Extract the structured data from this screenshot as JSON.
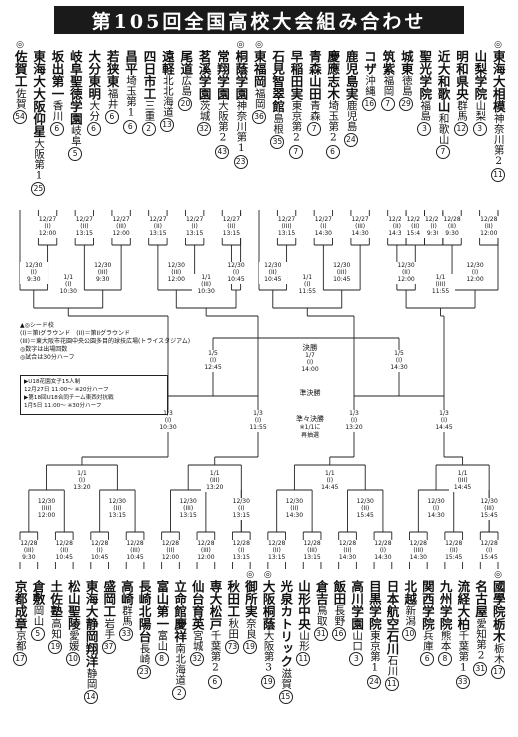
{
  "title": "第105回全国高校大会組み合わせ",
  "legend": {
    "seed": "▲◎シード校",
    "grounds": "(I)＝第Iグラウンド　(II)＝第IIグラウンド",
    "stadium": "(III)＝東大阪市花園中央公園多目的球技広場(トライスタジアム)",
    "number": "◎数字は出場回数",
    "time": "◎試合は30分ハーフ"
  },
  "u18": {
    "title": "▶U18花園女子15人制",
    "line1": "12月27日 11:00～ ※20分ハーフ",
    "line2": "▶第18回U18合同チーム東西対抗戦",
    "line3": "1月5日 11:00～ ※30分ハーフ"
  },
  "center": {
    "final": "決勝",
    "final_date": "1/7",
    "final_venue": "(I)",
    "final_time": "14:00",
    "semi": "準決勝",
    "qf": "準々決勝",
    "note1": "※1/1に",
    "note2": "再抽選"
  },
  "top_teams": [
    {
      "mark": "◎",
      "name": "佐賀工",
      "pref": "佐賀",
      "count": "54"
    },
    {
      "mark": "",
      "name": "東海大大阪仰星",
      "pref": "大阪第1",
      "count": "25"
    },
    {
      "mark": "",
      "name": "坂出第一",
      "pref": "香川",
      "count": "6"
    },
    {
      "mark": "",
      "name": "岐阜聖徳学園",
      "pref": "岐阜",
      "count": "5"
    },
    {
      "mark": "",
      "name": "大分東明",
      "pref": "大分",
      "count": "6"
    },
    {
      "mark": "",
      "name": "若狭東",
      "pref": "福井",
      "count": "6"
    },
    {
      "mark": "",
      "name": "昌平",
      "pref": "埼玉第1",
      "count": "6"
    },
    {
      "mark": "",
      "name": "四日市工",
      "pref": "三重",
      "count": "2"
    },
    {
      "mark": "",
      "name": "遠軽",
      "pref": "北北海道",
      "count": "13"
    },
    {
      "mark": "",
      "name": "尾道",
      "pref": "広島",
      "count": "20"
    },
    {
      "mark": "",
      "name": "茗溪学園",
      "pref": "茨城",
      "count": "32"
    },
    {
      "mark": "",
      "name": "常翔学園",
      "pref": "大阪第2",
      "count": "43"
    },
    {
      "mark": "◎",
      "name": "桐蔭学園",
      "pref": "神奈川第1",
      "count": "23"
    },
    {
      "mark": "◎",
      "name": "東福岡",
      "pref": "福岡",
      "count": "36"
    },
    {
      "mark": "",
      "name": "石見智翠館",
      "pref": "島根",
      "count": "35"
    },
    {
      "mark": "",
      "name": "早稲田実",
      "pref": "東京第2",
      "count": "7"
    },
    {
      "mark": "",
      "name": "青森山田",
      "pref": "青森",
      "count": "7"
    },
    {
      "mark": "",
      "name": "慶應志木",
      "pref": "埼玉第2",
      "count": "6"
    },
    {
      "mark": "",
      "name": "鹿児島実",
      "pref": "鹿児島",
      "count": "24"
    },
    {
      "mark": "",
      "name": "コザ",
      "pref": "沖縄",
      "count": "16"
    },
    {
      "mark": "",
      "name": "筑紫",
      "pref": "福岡",
      "count": "7"
    },
    {
      "mark": "",
      "name": "城東",
      "pref": "徳島",
      "count": "29"
    },
    {
      "mark": "",
      "name": "聖光学院",
      "pref": "福島",
      "count": "3"
    },
    {
      "mark": "",
      "name": "近大和歌山",
      "pref": "和歌山",
      "count": "7"
    },
    {
      "mark": "",
      "name": "明和県央",
      "pref": "群馬",
      "count": "12"
    },
    {
      "mark": "",
      "name": "山梨学院",
      "pref": "山梨",
      "count": "3"
    },
    {
      "mark": "◎",
      "name": "東海大相模",
      "pref": "神奈川第2",
      "count": "11"
    }
  ],
  "bottom_teams": [
    {
      "mark": "",
      "name": "京都成章",
      "pref": "京都",
      "count": "17"
    },
    {
      "mark": "",
      "name": "倉敷",
      "pref": "岡山",
      "count": "5"
    },
    {
      "mark": "",
      "name": "土佐塾",
      "pref": "高知",
      "count": "19"
    },
    {
      "mark": "",
      "name": "松山聖陵",
      "pref": "愛媛",
      "count": "10"
    },
    {
      "mark": "",
      "name": "東海大静岡翔洋",
      "pref": "静岡",
      "count": "14"
    },
    {
      "mark": "",
      "name": "盛岡工",
      "pref": "岩手",
      "count": "37"
    },
    {
      "mark": "",
      "name": "高崎",
      "pref": "群馬",
      "count": "33"
    },
    {
      "mark": "",
      "name": "長崎北陽台",
      "pref": "長崎",
      "count": "23"
    },
    {
      "mark": "",
      "name": "富山第一",
      "pref": "富山",
      "count": "8"
    },
    {
      "mark": "",
      "name": "立命館慶祥",
      "pref": "南北海道",
      "count": "2"
    },
    {
      "mark": "",
      "name": "仙台育英",
      "pref": "宮城",
      "count": "32"
    },
    {
      "mark": "",
      "name": "専大松戸",
      "pref": "千葉第2",
      "count": "6"
    },
    {
      "mark": "",
      "name": "秋田工",
      "pref": "秋田",
      "count": "73"
    },
    {
      "mark": "◎",
      "name": "御所実",
      "pref": "奈良",
      "count": "19"
    },
    {
      "mark": "◎",
      "name": "大阪桐蔭",
      "pref": "大阪第3",
      "count": "19"
    },
    {
      "mark": "",
      "name": "光泉カトリック",
      "pref": "滋賀",
      "count": "15"
    },
    {
      "mark": "",
      "name": "山形中央",
      "pref": "山形",
      "count": "11"
    },
    {
      "mark": "",
      "name": "倉吉",
      "pref": "鳥取",
      "count": "31"
    },
    {
      "mark": "",
      "name": "飯田",
      "pref": "長野",
      "count": "16"
    },
    {
      "mark": "",
      "name": "高川学園",
      "pref": "山口",
      "count": "3"
    },
    {
      "mark": "",
      "name": "目黒学院",
      "pref": "東京第1",
      "count": "24"
    },
    {
      "mark": "",
      "name": "日本航空石川",
      "pref": "石川",
      "count": "11"
    },
    {
      "mark": "",
      "name": "北越",
      "pref": "新潟",
      "count": "10"
    },
    {
      "mark": "",
      "name": "関西学院",
      "pref": "兵庫",
      "count": "6"
    },
    {
      "mark": "",
      "name": "九州学院",
      "pref": "熊本",
      "count": "8"
    },
    {
      "mark": "",
      "name": "流経大柏",
      "pref": "千葉第1",
      "count": "33"
    },
    {
      "mark": "",
      "name": "名古屋",
      "pref": "愛知第2",
      "count": "31"
    },
    {
      "mark": "◎",
      "name": "國學院栃木",
      "pref": "栃木",
      "count": "17"
    }
  ],
  "top_r1": [
    {
      "date": "12/27",
      "venue": "(I)",
      "time": "12:00"
    },
    {
      "date": "12/27",
      "venue": "(II)",
      "time": "13:15"
    },
    {
      "date": "12/27",
      "venue": "(III)",
      "time": "12:00"
    },
    {
      "date": "12/27",
      "venue": "(II)",
      "time": "13:15"
    },
    {
      "date": "12/27",
      "venue": "(I)",
      "time": "13:15"
    },
    {
      "date": "12/27",
      "venue": "(II)",
      "time": "13:15"
    },
    {
      "date": "12/27",
      "venue": "(III)",
      "time": "13:15"
    },
    {
      "date": "12/27",
      "venue": "(I)",
      "time": "14:30"
    },
    {
      "date": "12/27",
      "venue": "(III)",
      "time": "14:30"
    },
    {
      "date": "12/27",
      "venue": "(II)",
      "time": "14:30"
    },
    {
      "date": "12/27",
      "venue": "(II)",
      "time": "15:45"
    },
    {
      "date": "12/28",
      "venue": "(I)",
      "time": "9:30"
    },
    {
      "date": "12/28",
      "venue": "(II)",
      "time": "9:30"
    },
    {
      "date": "12/28",
      "venue": "(II)",
      "time": "12:00"
    }
  ],
  "top_r2": [
    {
      "date": "12/30",
      "venue": "(I)",
      "time": "9:30"
    },
    {
      "date": "12/30",
      "venue": "(III)",
      "time": "9:30"
    },
    {
      "date": "12/30",
      "venue": "(III)",
      "time": "12:00"
    },
    {
      "date": "12/30",
      "venue": "(I)",
      "time": "10:45"
    },
    {
      "date": "12/30",
      "venue": "(II)",
      "time": "10:45"
    },
    {
      "date": "12/30",
      "venue": "(III)",
      "time": "10:45"
    },
    {
      "date": "12/30",
      "venue": "(II)",
      "time": "12:00"
    },
    {
      "date": "12/30",
      "venue": "(I)",
      "time": "12:00"
    }
  ],
  "top_r3": [
    {
      "date": "1/1",
      "venue": "(I)",
      "time": "10:30"
    },
    {
      "date": "1/1",
      "venue": "(III)",
      "time": "10:30"
    },
    {
      "date": "1/1",
      "venue": "(I)",
      "time": "11:55"
    },
    {
      "date": "1/1",
      "venue": "(III)",
      "time": "11:55"
    }
  ],
  "qf": [
    {
      "date": "1/3",
      "venue": "(I)",
      "time": "10:30"
    },
    {
      "date": "1/3",
      "venue": "(I)",
      "time": "11:55"
    },
    {
      "date": "1/3",
      "venue": "(I)",
      "time": "13:20"
    },
    {
      "date": "1/3",
      "venue": "(I)",
      "time": "14:45"
    }
  ],
  "sf": [
    {
      "date": "1/5",
      "venue": "(I)",
      "time": "12:45"
    },
    {
      "date": "1/5",
      "venue": "(I)",
      "time": "14:30"
    }
  ],
  "bottom_r3": [
    {
      "date": "1/1",
      "venue": "(I)",
      "time": "13:20"
    },
    {
      "date": "1/1",
      "venue": "(III)",
      "time": "13:20"
    },
    {
      "date": "1/1",
      "venue": "(I)",
      "time": "14:45"
    },
    {
      "date": "1/1",
      "venue": "(III)",
      "time": "14:45"
    }
  ],
  "bottom_r2": [
    {
      "date": "12/30",
      "venue": "(III)",
      "time": "12:00"
    },
    {
      "date": "12/30",
      "venue": "(II)",
      "time": "13:15"
    },
    {
      "date": "12/30",
      "venue": "(III)",
      "time": "13:15"
    },
    {
      "date": "12/30",
      "venue": "(I)",
      "time": "13:15"
    },
    {
      "date": "12/30",
      "venue": "(II)",
      "time": "14:30"
    },
    {
      "date": "12/30",
      "venue": "(II)",
      "time": "15:45"
    },
    {
      "date": "12/30",
      "venue": "(I)",
      "time": "14:30"
    },
    {
      "date": "12/30",
      "venue": "(III)",
      "time": "15:45"
    }
  ],
  "bottom_r1": [
    {
      "date": "12/28",
      "venue": "(III)",
      "time": "9:30"
    },
    {
      "date": "12/28",
      "venue": "(II)",
      "time": "10:45"
    },
    {
      "date": "12/28",
      "venue": "(I)",
      "time": "10:45"
    },
    {
      "date": "12/28",
      "venue": "(III)",
      "time": "10:45"
    },
    {
      "date": "12/28",
      "venue": "(II)",
      "time": "12:00"
    },
    {
      "date": "12/28",
      "venue": "(III)",
      "time": "12:00"
    },
    {
      "date": "12/28",
      "venue": "(I)",
      "time": "13:15"
    },
    {
      "date": "12/28",
      "venue": "(II)",
      "time": "13:15"
    },
    {
      "date": "12/28",
      "venue": "(III)",
      "time": "13:15"
    },
    {
      "date": "12/28",
      "venue": "(II)",
      "time": "14:30"
    },
    {
      "date": "12/28",
      "venue": "(I)",
      "time": "14:30"
    },
    {
      "date": "12/28",
      "venue": "(III)",
      "time": "14:30"
    },
    {
      "date": "12/28",
      "venue": "(II)",
      "time": "15:45"
    },
    {
      "date": "12/28",
      "venue": "(I)",
      "time": "15:45"
    }
  ]
}
